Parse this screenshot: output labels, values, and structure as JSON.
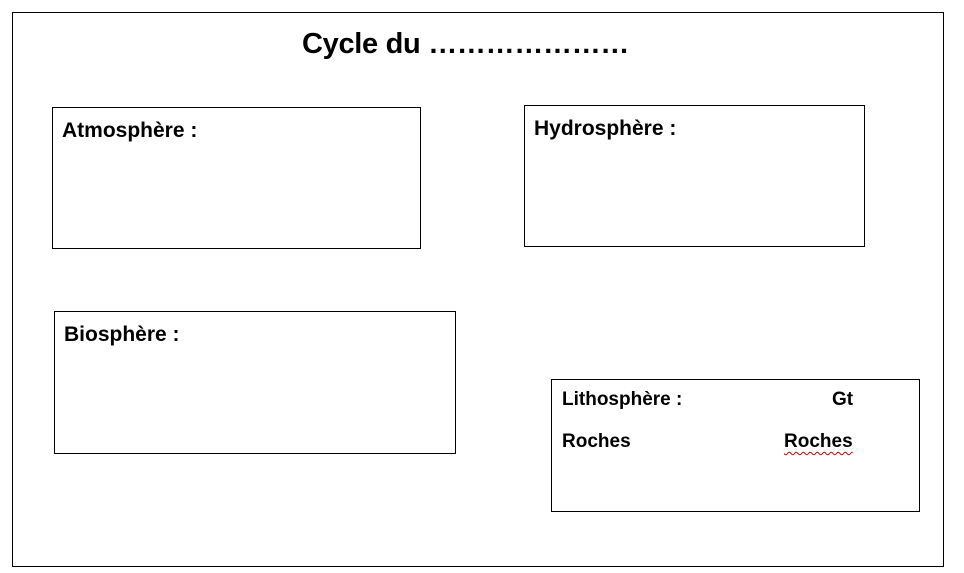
{
  "title": "Cycle du …………………",
  "boxes": {
    "atmosphere": {
      "label": "Atmosphère :"
    },
    "hydrosphere": {
      "label": "Hydrosphère :"
    },
    "biosphere": {
      "label": "Biosphère :"
    },
    "lithosphere": {
      "label": "Lithosphère :",
      "unit": "Gt",
      "left_item": "Roches",
      "right_item": "Roches"
    }
  }
}
